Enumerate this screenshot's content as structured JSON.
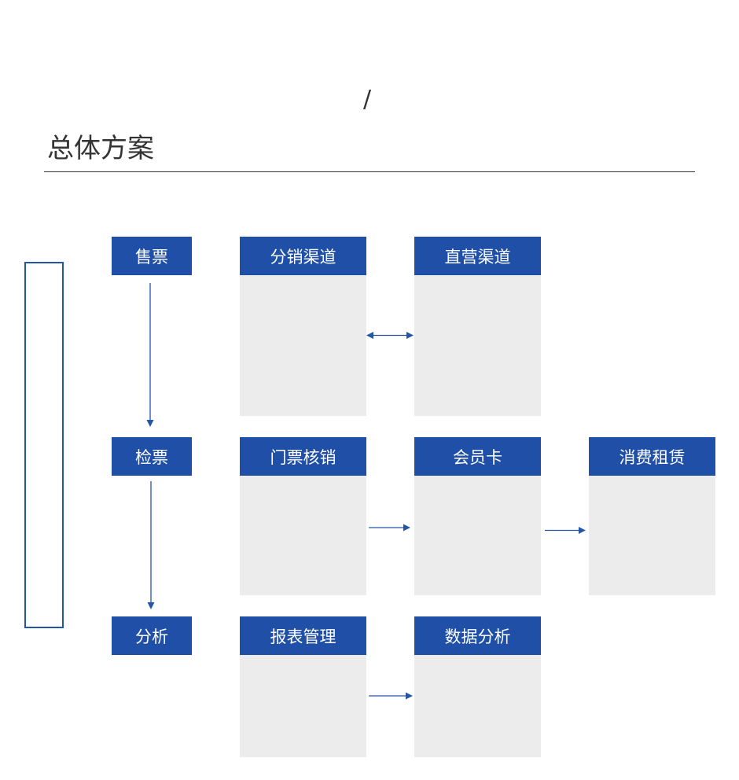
{
  "header": {
    "slash": "/",
    "title": "总体方案"
  },
  "colors": {
    "accent": "#1f4fa6",
    "card_body": "#ececec",
    "arrow": "#2456a8"
  },
  "diagram": {
    "stages": [
      {
        "label": "售票"
      },
      {
        "label": "检票"
      },
      {
        "label": "分析"
      }
    ],
    "cards": [
      {
        "label": "分销渠道"
      },
      {
        "label": "直营渠道"
      },
      {
        "label": "门票核销"
      },
      {
        "label": "会员卡"
      },
      {
        "label": "消费租赁"
      },
      {
        "label": "报表管理"
      },
      {
        "label": "数据分析"
      }
    ],
    "connections": [
      {
        "from": "售票",
        "to": "检票",
        "type": "arrow"
      },
      {
        "from": "检票",
        "to": "分析",
        "type": "arrow"
      },
      {
        "from": "分销渠道",
        "to": "直营渠道",
        "type": "bidirectional"
      },
      {
        "from": "门票核销",
        "to": "会员卡",
        "type": "arrow"
      },
      {
        "from": "会员卡",
        "to": "消费租赁",
        "type": "arrow"
      },
      {
        "from": "报表管理",
        "to": "数据分析",
        "type": "arrow"
      }
    ]
  }
}
